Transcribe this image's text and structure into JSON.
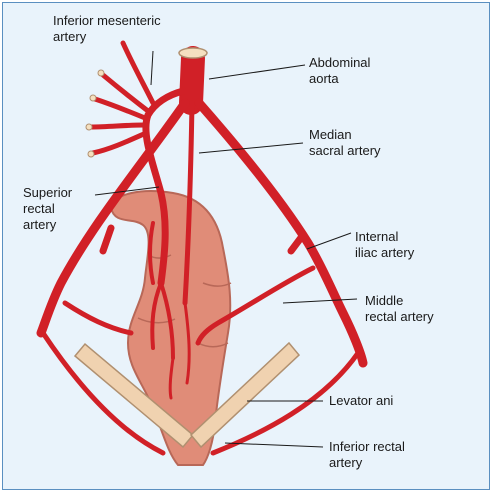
{
  "colors": {
    "background": "#e9f3fb",
    "frame": "#5a8fc0",
    "artery": "#d12027",
    "rectum": "#e08c78",
    "levator": "#f0d2b0",
    "leader": "#1a1a1a"
  },
  "labels": {
    "inferior_mesenteric": "Inferior mesenteric\nartery",
    "abdominal_aorta": "Abdominal\naorta",
    "median_sacral": "Median\nsacral artery",
    "superior_rectal": "Superior\nrectal\nartery",
    "internal_iliac": "Internal\niliac artery",
    "middle_rectal": "Middle\nrectal artery",
    "levator_ani": "Levator ani",
    "inferior_rectal": "Inferior rectal\nartery"
  }
}
